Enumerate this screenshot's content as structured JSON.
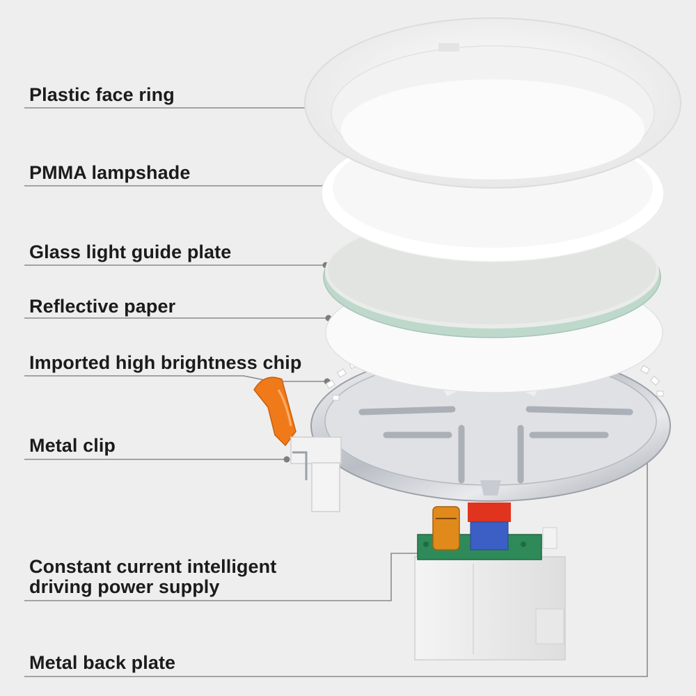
{
  "labels": {
    "face_ring": "Plastic face ring",
    "lampshade": "PMMA lampshade",
    "light_guide": "Glass light guide plate",
    "reflective_paper": "Reflective paper",
    "chip": "Imported high brightness chip",
    "metal_clip": "Metal clip",
    "driver_line1": "Constant current intelligent",
    "driver_line2": "driving power supply",
    "back_plate": "Metal back plate"
  },
  "colors": {
    "background": "#eeeeee",
    "text": "#1b1b1b",
    "leader_line": "#8a8a8a",
    "clip": "#f07a1a",
    "chrome": "#c9ccd2",
    "pcb": "#2f8a5a",
    "capacitor": "#e08a1c",
    "transformer_top": "#e0341e",
    "transformer_core": "#3b5fc4",
    "light_guide_edge": "#bfd8cc"
  }
}
